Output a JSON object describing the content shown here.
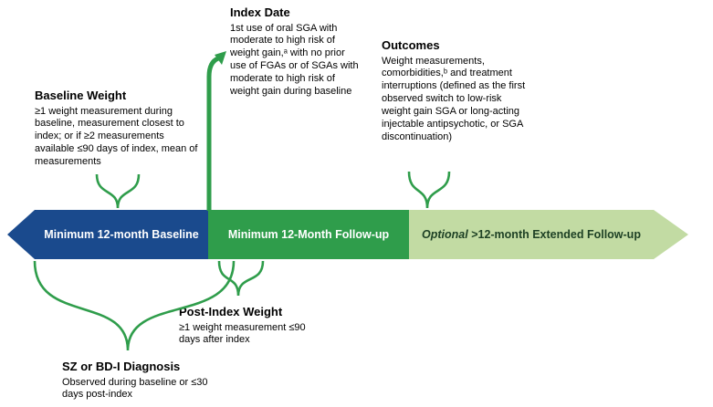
{
  "colors": {
    "baseline_blue": "#1a4a8d",
    "followup_green": "#2f9d4b",
    "extended_green": "#c2dba3",
    "extended_text": "#1e4125",
    "connector_green": "#2f9d4b"
  },
  "timeline": {
    "baseline_label": "Minimum 12-month Baseline",
    "followup_label": "Minimum 12-Month Follow-up",
    "extended_optional_label": "Optional",
    "extended_rest_label": " >12-month Extended Follow-up"
  },
  "annotations": {
    "baseline_weight": {
      "title": "Baseline Weight",
      "body": "≥1 weight measurement during baseline, measurement closest to index; or if ≥2 measurements available ≤90 days of index, mean of measurements"
    },
    "index_date": {
      "title": "Index Date",
      "body": "1st use of oral SGA with moderate to high risk of weight gain,ᵃ with no prior use of FGAs or of SGAs with moderate to high risk of weight gain during baseline"
    },
    "outcomes": {
      "title": "Outcomes",
      "body": "Weight measurements, comorbidities,ᵇ and treatment interruptions (defined as the first observed switch to low-risk weight gain SGA or long-acting injectable antipsychotic, or SGA discontinuation)"
    },
    "post_index_weight": {
      "title": "Post-Index Weight",
      "body": "≥1 weight measurement ≤90 days after index"
    },
    "diagnosis": {
      "title": "SZ or BD-I Diagnosis",
      "body": "Observed during baseline or ≤30 days post-index"
    }
  }
}
